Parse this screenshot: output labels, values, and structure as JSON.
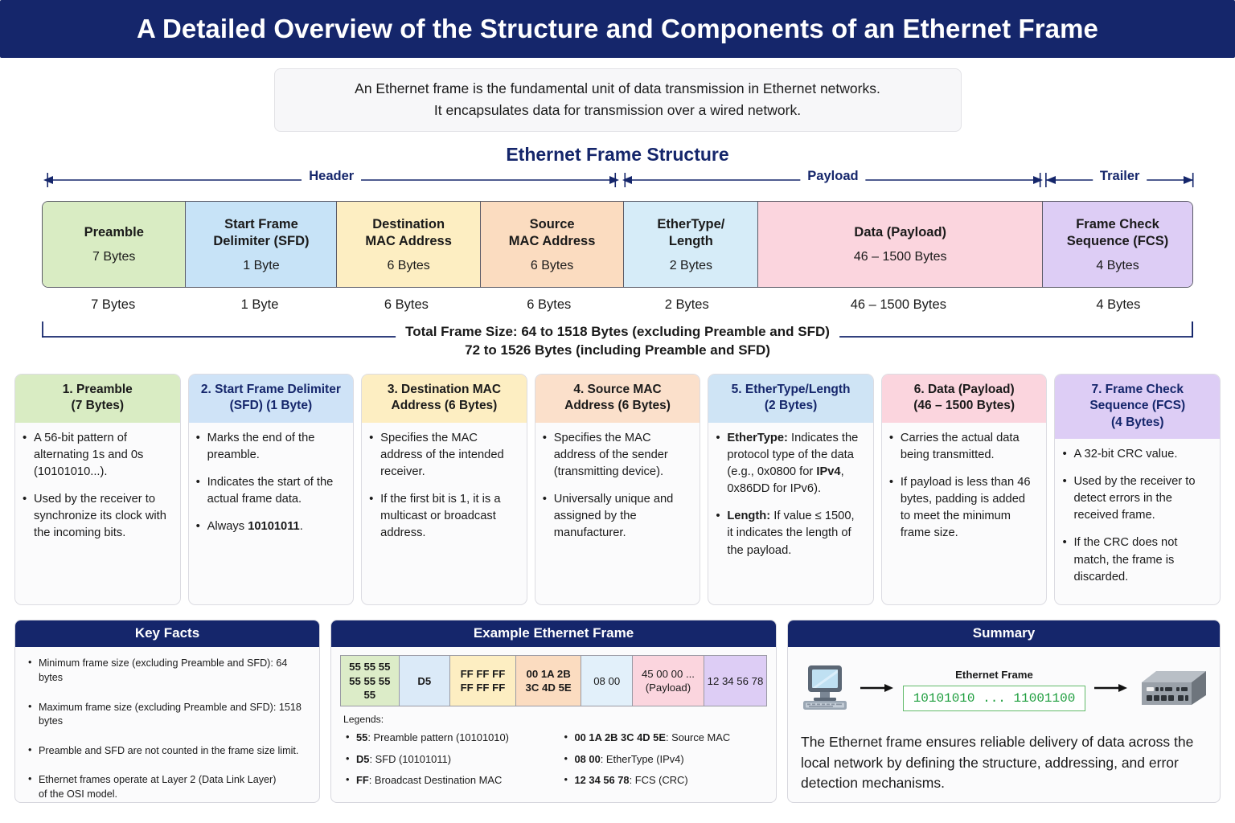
{
  "banner": {
    "title": "A Detailed Overview of the Structure and Components of an Ethernet Frame"
  },
  "intro": {
    "line1": "An Ethernet frame is the fundamental unit of data transmission in Ethernet networks.",
    "line2": "It encapsulates data for transmission over a wired network."
  },
  "structure": {
    "title": "Ethernet Frame Structure",
    "sections": [
      {
        "label": "Header"
      },
      {
        "label": "Payload"
      },
      {
        "label": "Trailer"
      }
    ],
    "blocks": [
      {
        "name": "Preamble",
        "size": "7 Bytes",
        "color": "#d9ecc3"
      },
      {
        "name": "Start Frame\nDelimiter (SFD)",
        "size": "1 Byte",
        "color": "#c7e3f7"
      },
      {
        "name": "Destination\nMAC Address",
        "size": "6 Bytes",
        "color": "#fdeec2"
      },
      {
        "name": "Source\nMAC Address",
        "size": "6 Bytes",
        "color": "#fbdcc0"
      },
      {
        "name": "EtherType/\nLength",
        "size": "2 Bytes",
        "color": "#d6ecf8"
      },
      {
        "name": "Data (Payload)",
        "size": "46 – 1500 Bytes",
        "color": "#fbd5de"
      },
      {
        "name": "Frame Check\nSequence (FCS)",
        "size": "4 Bytes",
        "color": "#ddcdf5"
      }
    ],
    "byte_labels": [
      "7 Bytes",
      "1 Byte",
      "6 Bytes",
      "6 Bytes",
      "2 Bytes",
      "46 – 1500 Bytes",
      "4 Bytes"
    ],
    "total_line1": "Total Frame Size: 64 to 1518 Bytes (excluding Preamble and SFD)",
    "total_line2": "72 to 1526 Bytes (including Preamble and SFD)"
  },
  "cards": [
    {
      "title": "1. Preamble\n(7 Bytes)",
      "header_bg": "#d9ecc3",
      "title_color": "#1a1a1a",
      "bullets": [
        "A 56-bit pattern of alternating 1s and 0s (10101010...).",
        "Used by the receiver to synchronize its clock with the incoming bits."
      ]
    },
    {
      "title": "2. Start Frame Delimiter\n(SFD) (1 Byte)",
      "header_bg": "#cfe3f7",
      "title_color": "#15266b",
      "bullets": [
        "Marks the end of the preamble.",
        "Indicates the start of the actual frame data.",
        "Always <b>10101011</b>."
      ]
    },
    {
      "title": "3. Destination MAC\nAddress (6 Bytes)",
      "header_bg": "#fdeec2",
      "title_color": "#1a1a1a",
      "bullets": [
        "Specifies the MAC address of the intended receiver.",
        "If the first bit is 1, it is a multicast or broadcast address."
      ]
    },
    {
      "title": "4. Source MAC\nAddress (6 Bytes)",
      "header_bg": "#fbe0cb",
      "title_color": "#1a1a1a",
      "bullets": [
        "Specifies the MAC address of the sender (transmitting device).",
        "Universally unique and assigned by the manufacturer."
      ]
    },
    {
      "title": "5. EtherType/Length\n(2 Bytes)",
      "header_bg": "#cfe4f5",
      "title_color": "#15266b",
      "bullets": [
        "<b>EtherType:</b> Indicates the protocol type of the data (e.g., 0x0800 for <b>IPv4</b>, 0x86DD for IPv6).",
        "<b>Length:</b> If value ≤ 1500, it indicates the length of the payload."
      ]
    },
    {
      "title": "6. Data (Payload)\n(46 – 1500 Bytes)",
      "header_bg": "#fbd5de",
      "title_color": "#1a1a1a",
      "bullets": [
        "Carries the actual data being transmitted.",
        "If payload is less than 46 bytes, padding is added to meet the minimum frame size."
      ]
    },
    {
      "title": "7. Frame Check\nSequence (FCS)\n(4 Bytes)",
      "header_bg": "#ddcdf5",
      "title_color": "#15266b",
      "bullets": [
        "A 32-bit CRC value.",
        "Used by the receiver to detect errors in the received frame.",
        "If the CRC does not match, the frame is discarded."
      ]
    }
  ],
  "key_facts": {
    "title": "Key Facts",
    "items": [
      "Minimum frame size (excluding Preamble and SFD): 64 bytes",
      "Maximum frame size (excluding Preamble and SFD): 1518 bytes",
      "Preamble and SFD are not counted in the frame size limit.",
      "Ethernet frames operate at Layer 2 (Data Link Layer)<br>of the OSI model."
    ]
  },
  "example": {
    "title": "Example Ethernet Frame",
    "cells": [
      {
        "text": "55 55 55\n55 55 55\n55",
        "color": "#dcecc8",
        "bold": true
      },
      {
        "text": "D5",
        "color": "#dbeaf8",
        "bold": true
      },
      {
        "text": "FF FF FF\nFF FF FF",
        "color": "#fdeec2",
        "bold": true
      },
      {
        "text": "00 1A 2B\n3C 4D 5E",
        "color": "#fbdcc0",
        "bold": true
      },
      {
        "text": "08 00",
        "color": "#e2f0fa",
        "bold": false
      },
      {
        "text": "45 00 00 ...\n(Payload)",
        "color": "#fbd5de",
        "bold": false
      },
      {
        "text": "12 34 56 78",
        "color": "#ddcdf5",
        "bold": false
      }
    ],
    "legends_title": "Legends:",
    "legends_left": [
      "<b>55</b>: Preamble pattern (10101010)",
      "<b>D5</b>: SFD (10101011)",
      "<b>FF</b>: Broadcast Destination MAC"
    ],
    "legends_right": [
      "<b>00 1A 2B 3C 4D 5E</b>: Source MAC",
      "<b>08 00</b>: EtherType (IPv4)",
      "<b>12 34 56 78</b>: FCS (CRC)"
    ]
  },
  "summary": {
    "title": "Summary",
    "frame_label": "Ethernet Frame",
    "frame_bits": "10101010 ... 11001100",
    "text": "The Ethernet frame ensures reliable delivery of data across the local network by defining the structure, addressing, and error detection mechanisms."
  },
  "colors": {
    "navy": "#15266b",
    "green_accent": "#1e9e3e"
  }
}
